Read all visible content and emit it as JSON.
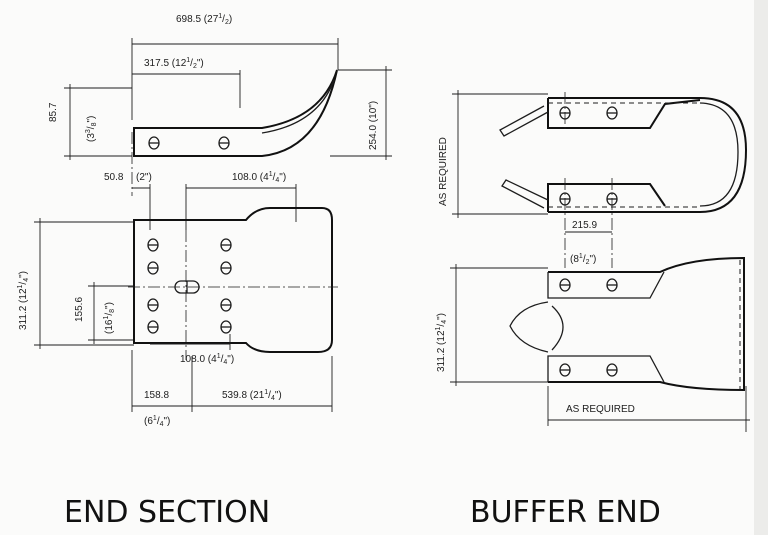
{
  "end_section": {
    "caption": "END SECTION",
    "dims": {
      "overall_length": {
        "main": "698.5 (27",
        "whole": "",
        "num": "1",
        "den": "2",
        "close": ")"
      },
      "upper_length": {
        "main": "317.5 (12",
        "num": "1",
        "den": "2",
        "close": "\")"
      },
      "height": "85.7",
      "height_in": {
        "main": "(3",
        "num": "3",
        "den": "8",
        "close": "\")"
      },
      "rise": "254.0 (10\")",
      "offset_mm": "50.8",
      "offset_in": "(2\")",
      "hole_spacing_top": {
        "main": "108.0 (4",
        "num": "1",
        "den": "4",
        "close": "\")"
      },
      "width": {
        "main": "311.2 (12",
        "num": "1",
        "den": "4",
        "close": "\")"
      },
      "inner_mm": "155.6",
      "inner_in": {
        "main": "(16",
        "num": "1",
        "den": "8",
        "close": "\")"
      },
      "hole_spacing_bottom": {
        "main": "108.0 (4",
        "num": "1",
        "den": "4",
        "close": "\")"
      },
      "end_mm": "158.8",
      "end_in": {
        "main": "(6",
        "num": "1",
        "den": "4",
        "close": "\")"
      },
      "tail": {
        "main": "539.8 (21",
        "num": "1",
        "den": "4",
        "close": "\")"
      }
    }
  },
  "buffer_end": {
    "caption": "BUFFER END",
    "dims": {
      "as_required_vertical": "AS REQUIRED",
      "spacing_mm": "215.9",
      "spacing_in": {
        "main": "(8",
        "num": "1",
        "den": "2",
        "close": "\")"
      },
      "width": {
        "main": "311.2 (12",
        "num": "1",
        "den": "4",
        "close": "\")"
      },
      "as_required_horizontal": "AS REQUIRED"
    }
  }
}
